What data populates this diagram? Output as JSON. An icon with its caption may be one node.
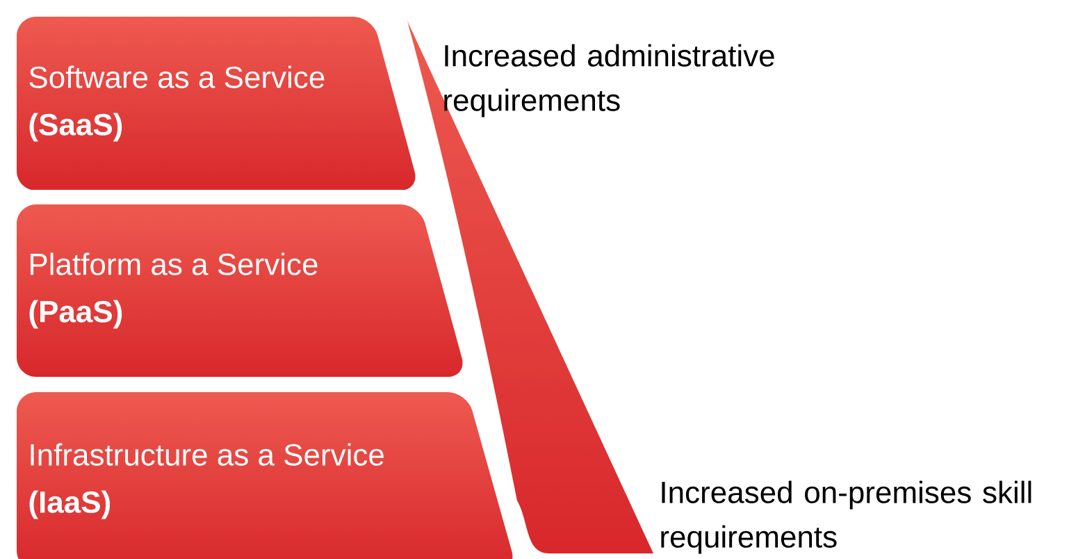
{
  "diagram": {
    "nodes": [
      {
        "text": [
          "Software as a Service",
          "(SaaS)"
        ]
      },
      {
        "text": [
          "Platform as a Service",
          "(PaaS)"
        ]
      },
      {
        "text": [
          "Infrastructure as a Service",
          "(IaaS)"
        ]
      }
    ],
    "labels": [
      "Increased administrative requirements",
      "Increased on-premises skill requirements"
    ]
  }
}
